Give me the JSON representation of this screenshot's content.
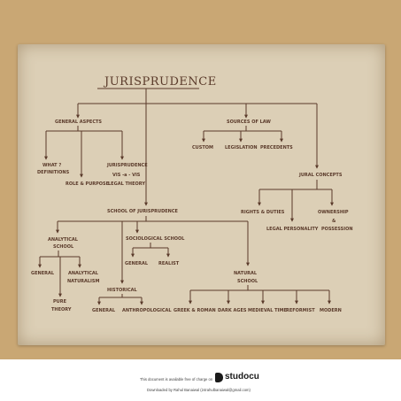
{
  "diagram": {
    "title": "JURISPRUDENCE",
    "nodes": {
      "general_aspects": "GENERAL ASPECTS",
      "sources_of_law": "SOURCES OF LAW",
      "what_definitions_1": "WHAT ?",
      "what_definitions_2": "DEFINITIONS",
      "role_purpose": "ROLE & PURPOSE",
      "juris_vs_1": "JURISPRUDENCE",
      "juris_vs_2": "VIS -a - VIS",
      "juris_vs_3": "LEGAL THEORY",
      "custom": "CUSTOM",
      "legislation": "LEGISLATION",
      "precedents": "PRECEDENTS",
      "jural_concepts": "JURAL CONCEPTS",
      "school": "SCHOOL OF JURISPRUDENCE",
      "rights_duties": "RIGHTS & DUTIES",
      "legal_personality": "LEGAL PERSONALITY",
      "ownership_1": "OWNERSHIP",
      "ownership_2": "&",
      "ownership_3": "POSSESSION",
      "analytical_1": "ANALYTICAL",
      "analytical_2": "SCHOOL",
      "sociological": "SOCIOLOGICAL SCHOOL",
      "soc_general": "GENERAL",
      "realist": "REALIST",
      "an_general": "GENERAL",
      "an_naturalism_1": "ANALYTICAL",
      "an_naturalism_2": "NATURALISM",
      "pure_1": "PURE",
      "pure_2": "THEORY",
      "natural_1": "NATURAL",
      "natural_2": "SCHOOL",
      "historical": "HISTORICAL",
      "hist_general": "GENERAL",
      "anthropological": "ANTHROPOLOGICAL",
      "greek_roman": "GREEK & ROMAN",
      "dark_ages": "DARK AGES",
      "medieval": "MEDIEVAL TIME",
      "reformist": "REFORMIST",
      "modern": "MODERN"
    }
  },
  "footer": {
    "note": "This document is available free of charge on",
    "logo_text": "studocu",
    "downloaded": "Downloaded by Rahul Banaiwal (24rahulbanaiwal@gmail.com)"
  },
  "colors": {
    "ink": "#5a3a2a",
    "paper": "#dccfb6",
    "board": "#c9a774"
  }
}
